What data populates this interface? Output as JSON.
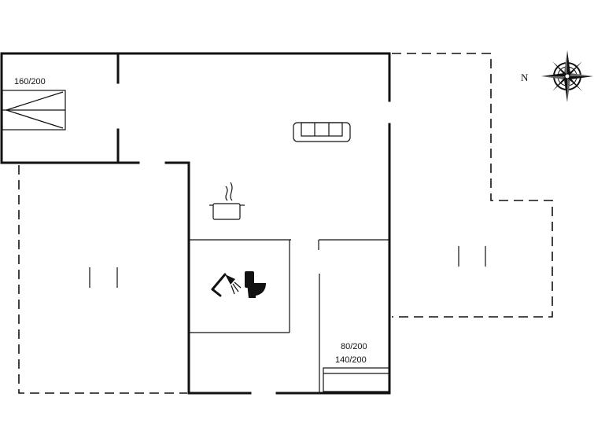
{
  "labels": {
    "bed_top_left": "160/200",
    "bed_upper": "80/200",
    "bed_lower": "140/200",
    "compass_north": "N"
  },
  "icons": [
    "sofa-icon",
    "cooking-pot-icon",
    "shower-icon",
    "toilet-icon",
    "compass-rose-icon",
    "double-bed-icon",
    "single-bed-icon"
  ],
  "colors": {
    "line": "#111111",
    "background": "#ffffff"
  }
}
